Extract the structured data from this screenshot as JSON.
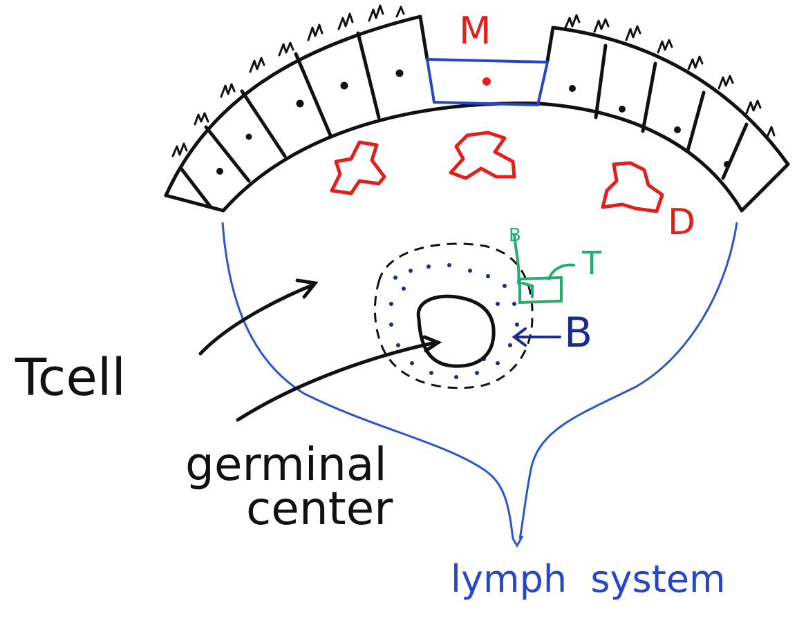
{
  "labels": {
    "m_cell": "M",
    "dendritic_cell": "D",
    "b_small": "B",
    "t_small": "T",
    "b_cell": "B",
    "t_cell": "Tcell",
    "germinal_line1": "germinal",
    "germinal_line2": "center",
    "lymph_system": "lymph  system"
  },
  "colors": {
    "ink_black": "#111111",
    "ink_red": "#e0201c",
    "ink_blue": "#2746c8",
    "ink_navy": "#1c2c8a",
    "ink_green": "#1fae6e"
  }
}
